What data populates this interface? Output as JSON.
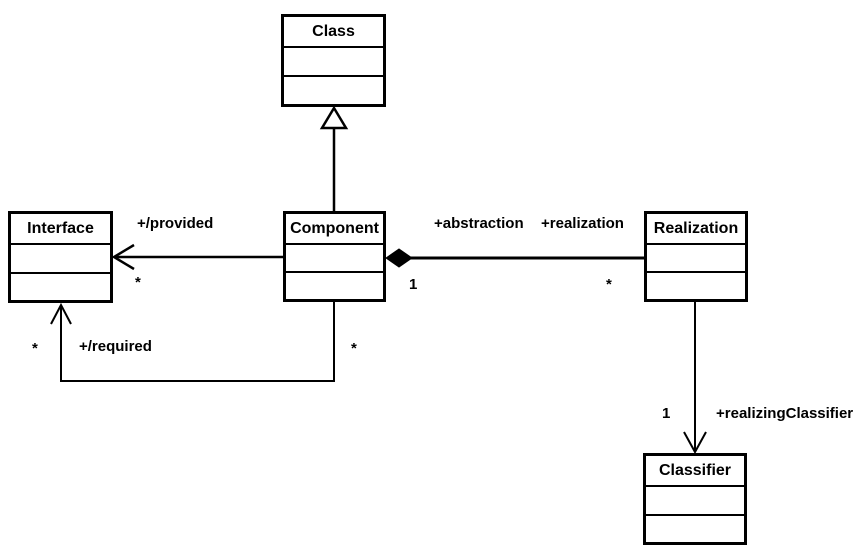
{
  "diagram": {
    "type": "uml-class-diagram",
    "subject": "UML Component / Realization metamodel excerpt",
    "colors": {
      "background": "#ffffff",
      "stroke": "#000000",
      "box_fill": "#ffffff",
      "diamond_fill": "#000000",
      "triangle_fill": "#ffffff"
    },
    "classes": [
      {
        "name": "Class"
      },
      {
        "name": "Interface"
      },
      {
        "name": "Component"
      },
      {
        "name": "Realization"
      },
      {
        "name": "Classifier"
      }
    ],
    "relationships": [
      {
        "type": "generalization",
        "from": "Component",
        "to": "Class"
      },
      {
        "type": "association",
        "from": "Component",
        "to": "Interface",
        "label": "+/provided",
        "multiplicity_interface_end": "*"
      },
      {
        "type": "association",
        "from": "Component",
        "to": "Interface",
        "label": "+/required",
        "multiplicity_interface_end": "*",
        "multiplicity_component_end": "*"
      },
      {
        "type": "composition",
        "from": "Component",
        "to": "Realization",
        "label_component_end": "+abstraction",
        "label_realization_end": "+realization",
        "multiplicity_component_end": "1",
        "multiplicity_realization_end": "*"
      },
      {
        "type": "association",
        "from": "Realization",
        "to": "Classifier",
        "label": "+realizingClassifier",
        "multiplicity_realization_end": "1"
      }
    ]
  }
}
